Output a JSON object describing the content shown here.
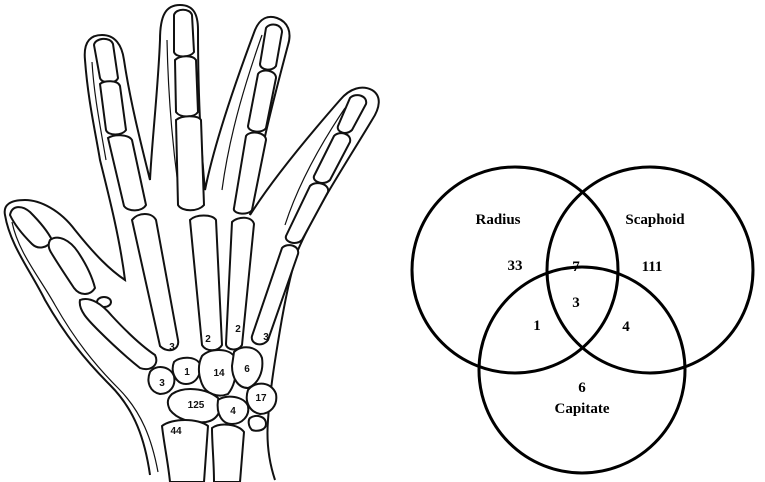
{
  "hand": {
    "counts": {
      "metacarpal_1": "3",
      "metacarpal_2": "2",
      "metacarpal_3": "2",
      "metacarpal_4": "3",
      "trapezium": "3",
      "trapezoid": "1",
      "capitate": "14",
      "hamate": "6",
      "triquetrum": "17",
      "scaphoid": "125",
      "lunate": "4",
      "radius": "44"
    }
  },
  "venn": {
    "sets": {
      "radius": "Radius",
      "scaphoid": "Scaphoid",
      "capitate": "Capitate"
    },
    "regions": {
      "radius_only": "33",
      "radius_scaphoid": "7",
      "scaphoid_only": "111",
      "all_three": "3",
      "radius_capitate": "1",
      "scaphoid_capitate": "4",
      "capitate_only": "6"
    }
  }
}
